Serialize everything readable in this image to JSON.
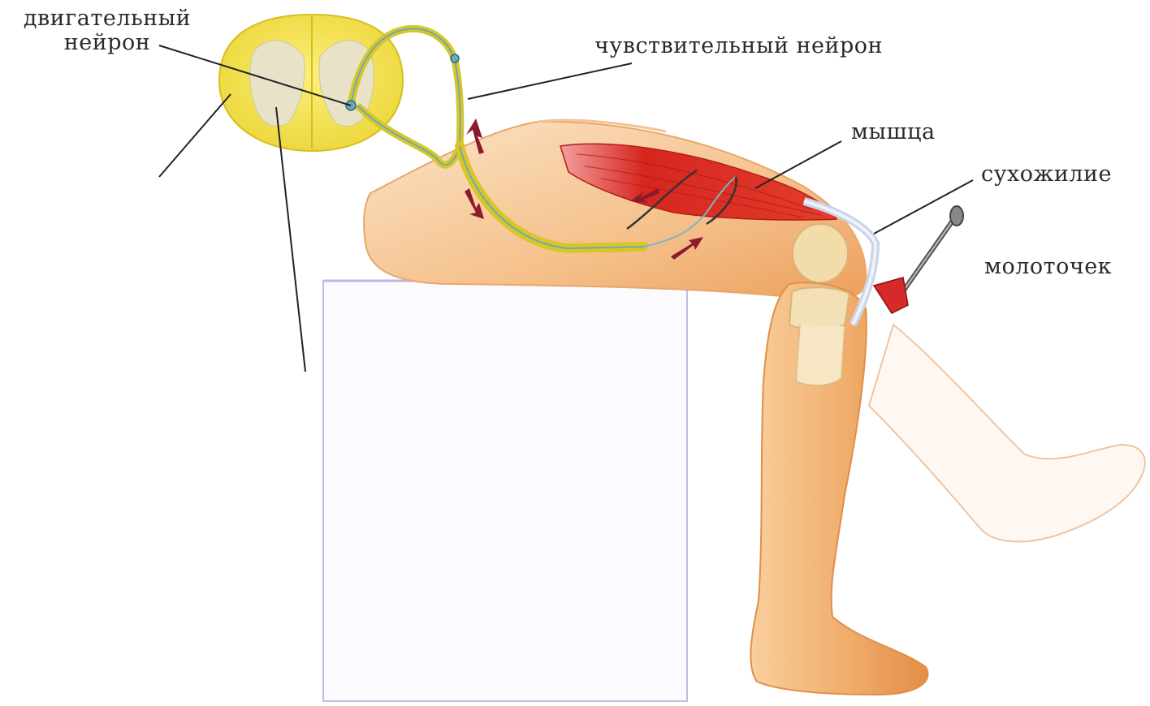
{
  "labels": {
    "motor_neuron_line1": "двигательный",
    "motor_neuron_line2": "нейрон",
    "sensory_neuron": "чувствительный нейрон",
    "muscle": "мышца",
    "tendon": "сухожилие",
    "hammer": "молоточек"
  },
  "colors": {
    "spinal_cord": "#f5e64a",
    "grey_matter": "#e6e2c8",
    "skin": "#f6c793",
    "skin_shadow": "#ec9c55",
    "muscle": "#d92a22",
    "bone": "#f1dcae",
    "nerve": "#e6d62c",
    "nerve_core": "#6aaab8",
    "arrow": "#8a1a2e",
    "stool": "#b9b3d6",
    "leader_line": "#222222"
  }
}
